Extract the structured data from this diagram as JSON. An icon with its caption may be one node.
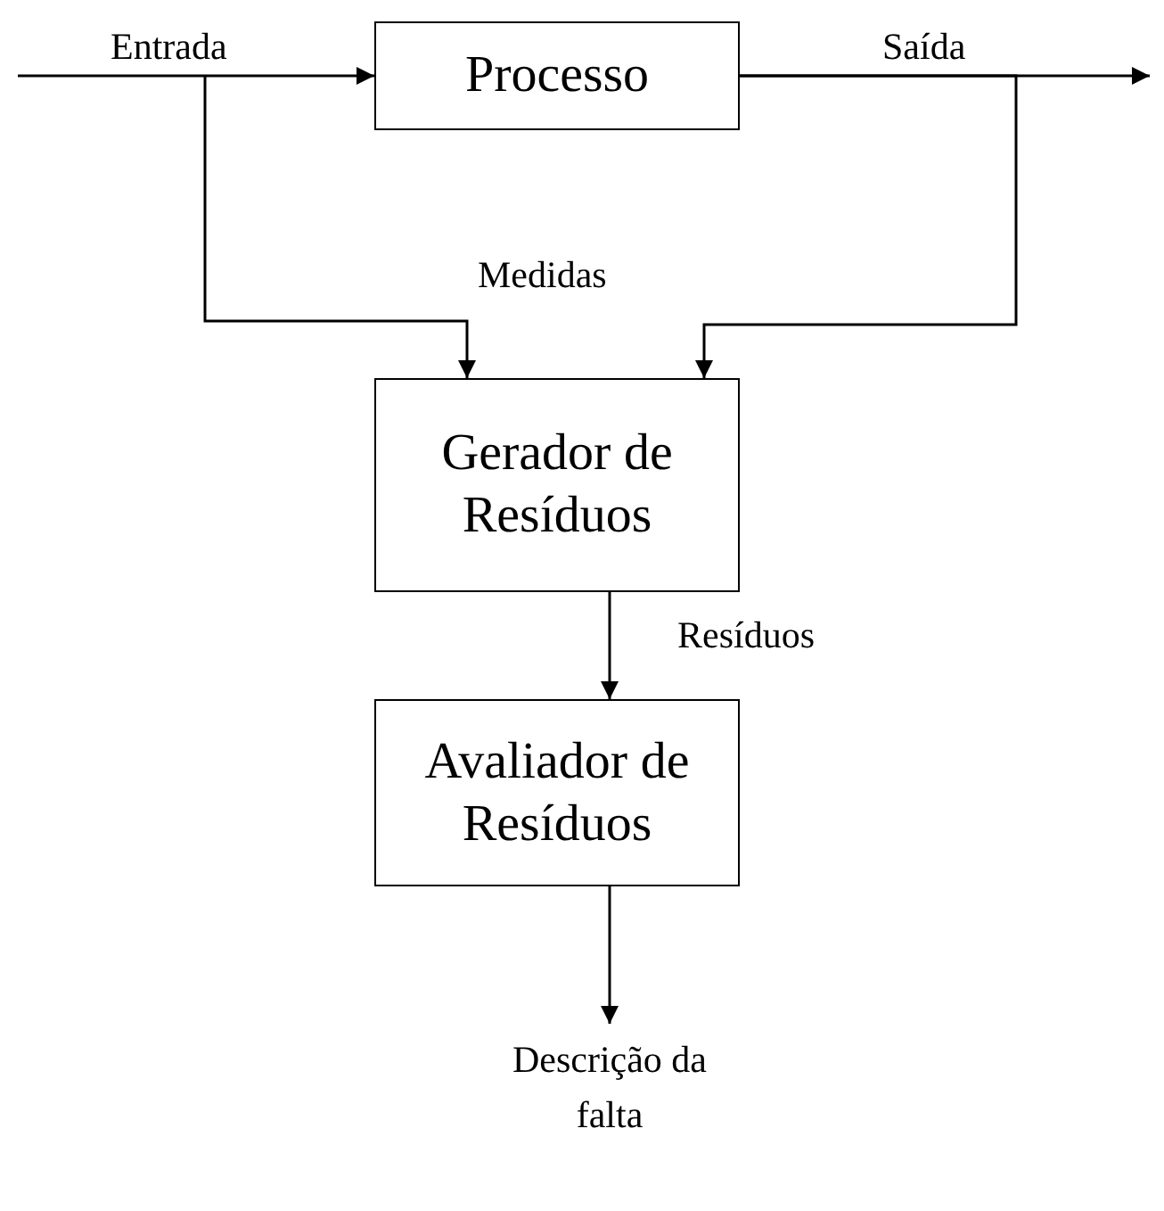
{
  "diagram": {
    "nodes": [
      {
        "text": [
          "Processo"
        ]
      },
      {
        "text": [
          "Gerador de Resíduos"
        ]
      },
      {
        "text": [
          "Avaliador de Resíduos"
        ]
      },
      {
        "text": [
          "Descrição da falta"
        ]
      }
    ],
    "edges": [
      {
        "from": null,
        "to": 0,
        "arrow": "to",
        "label": "Entrada"
      },
      {
        "from": 0,
        "to": null,
        "arrow": "to",
        "label": "Saída"
      },
      {
        "from": null,
        "to": 1,
        "arrow": "to",
        "label": "Medidas"
      },
      {
        "from": 0,
        "to": 1,
        "arrow": "to"
      },
      {
        "from": 1,
        "to": 2,
        "arrow": "to",
        "label": "Resíduos"
      },
      {
        "from": 2,
        "to": 3,
        "arrow": "to"
      }
    ]
  }
}
